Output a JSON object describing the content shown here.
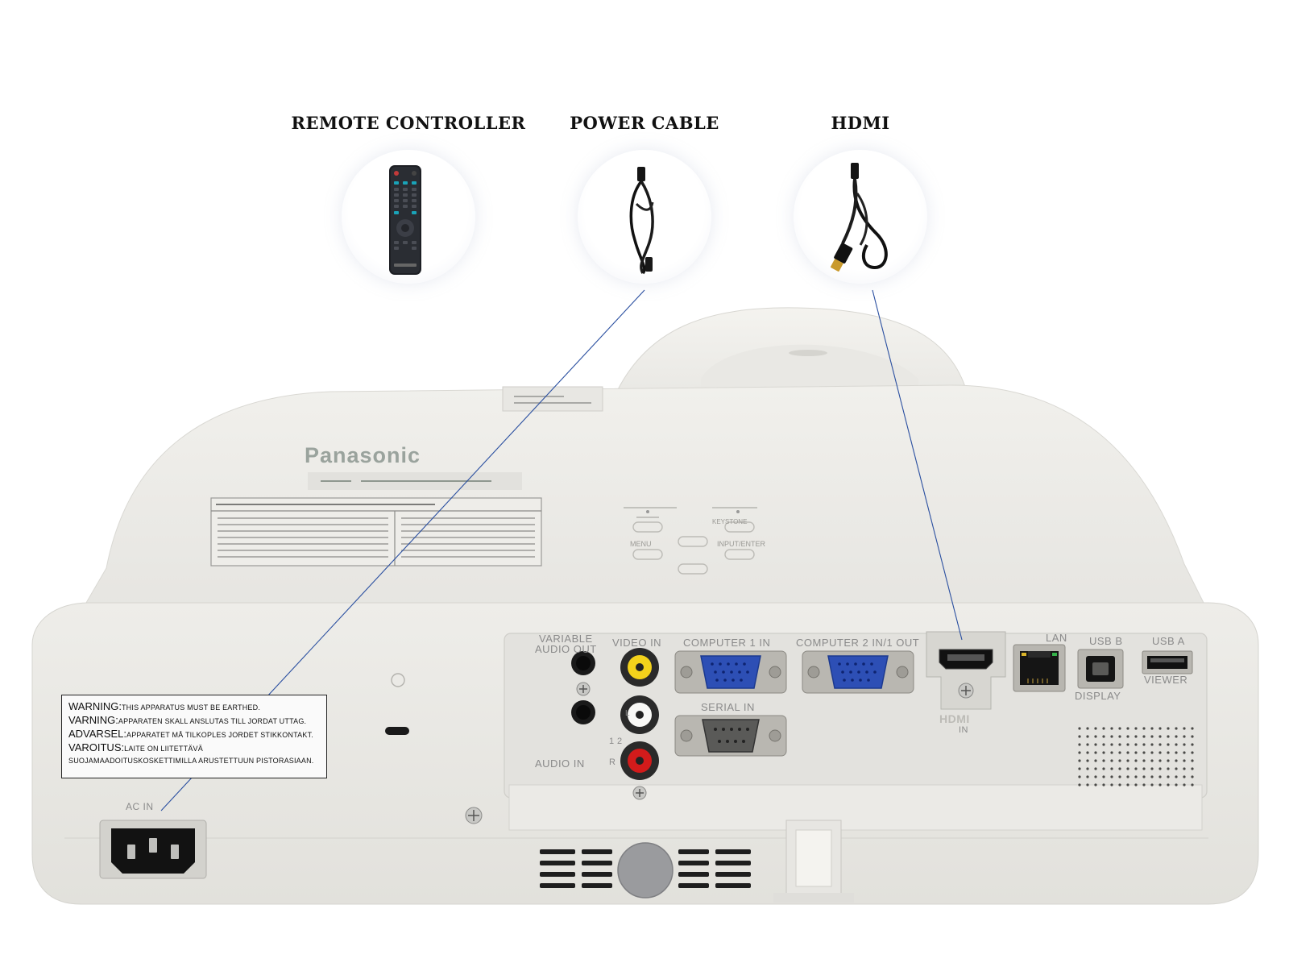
{
  "accessories": [
    {
      "label": "REMOTE CONTROLLER",
      "icon": "remote-controller-icon"
    },
    {
      "label": "POWER CABLE",
      "icon": "power-cable-icon"
    },
    {
      "label": "HDMI",
      "icon": "hdmi-cable-icon"
    }
  ],
  "projector": {
    "brand": "Panasonic",
    "ports": {
      "variable_audio_out_1": "VARIABLE",
      "variable_audio_out_2": "AUDIO OUT",
      "video_in": "VIDEO IN",
      "computer1_in": "COMPUTER 1 IN",
      "computer2_in_out": "COMPUTER 2 IN/1 OUT",
      "serial_in": "SERIAL IN",
      "audio_in": "AUDIO IN",
      "audio_in_1": "1",
      "audio_in_2": "2",
      "audio_l": "L",
      "audio_r": "R",
      "hdmi_logo": "HDMI",
      "hdmi_in": "IN",
      "lan": "LAN",
      "usb_b": "USB B",
      "display": "DISPLAY",
      "usb_a": "USB A",
      "viewer": "VIEWER",
      "ac_in": "AC IN"
    },
    "controls": {
      "menu": "MENU",
      "input_enter": "INPUT/ENTER",
      "keystone": "KEYSTONE"
    },
    "warning_label": [
      {
        "head": "WARNING:",
        "body": "THIS APPARATUS MUST BE EARTHED."
      },
      {
        "head": "VARNING:",
        "body": "APPARATEN SKALL ANSLUTAS TILL JORDAT UTTAG."
      },
      {
        "head": "ADVARSEL:",
        "body": "APPARATET MÅ TILKOPLES JORDET STIKKONTAKT."
      },
      {
        "head": "VAROITUS:",
        "body": "LAITE ON LIITETTÄVÄ"
      },
      {
        "head": "",
        "body": "SUOJAMAADOITUSKOSKETTIMILLA ARUSTETTUUN PISTORASIAAN."
      }
    ]
  },
  "colors": {
    "body": "#ecebe7",
    "panel": "#e3e2de",
    "vga_blue": "#2d4fb5",
    "rca_yellow": "#f3d21b",
    "rca_red": "#d21b1b",
    "leader_line": "#2a4fa0"
  }
}
